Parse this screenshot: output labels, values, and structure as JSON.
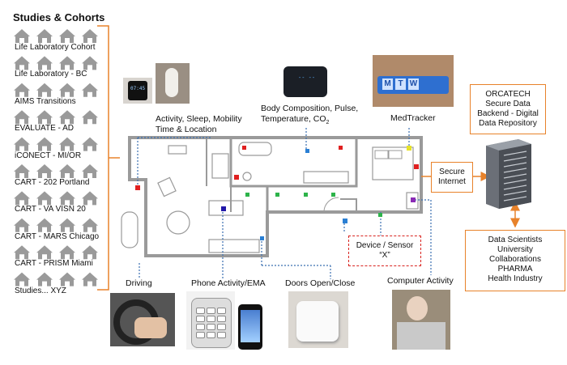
{
  "title": "Studies & Cohorts",
  "studies": [
    "Life Laboratory Cohort",
    "Life Laboratory - BC",
    "AIMS Transitions",
    "EVALUATE - AD",
    "iCONECT - MI/OR",
    "CART - 202 Portland",
    "CART - VA VISN 20",
    "CART - MARS Chicago",
    "CART - PRISM Miami",
    "Studies... XYZ"
  ],
  "sensors": {
    "activity": [
      "Activity, Sleep, Mobility",
      "Time & Location"
    ],
    "body": [
      "Body Composition, Pulse,",
      "Temperature, CO"
    ],
    "body_sub": "2",
    "medtracker": "MedTracker",
    "driving": "Driving",
    "phone": "Phone Activity/EMA",
    "doors": "Doors Open/Close",
    "computer": "Computer Activity",
    "device": [
      "Device / Sensor",
      "“X”"
    ]
  },
  "pillbox_letters": [
    "M",
    "T",
    "W"
  ],
  "scale_display": "-- --",
  "watch_display": "07:45",
  "secure_internet": [
    "Secure",
    "Internet"
  ],
  "orcatech": [
    "ORCATECH",
    "Secure Data",
    "Backend -  Digital",
    "Data Repository"
  ],
  "users": [
    "Data Scientists",
    "University",
    "Collaborations",
    "PHARMA",
    "Health Industry"
  ],
  "colors": {
    "accent": "#e8822a",
    "red_sensor": "#e02020",
    "green_sensor": "#2db34a",
    "blue_sensor": "#2a7fd4",
    "device_border": "#d9231f"
  }
}
